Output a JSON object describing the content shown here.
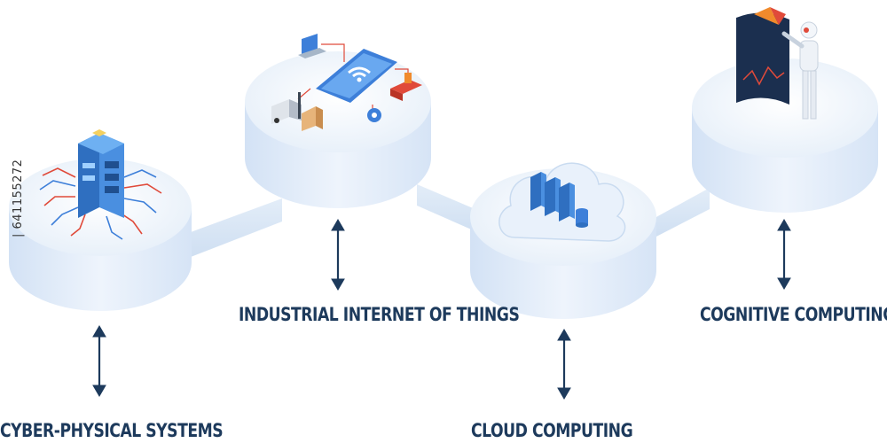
{
  "labels": {
    "cps": "CYBER-PHYSICAL SYSTEMS",
    "iiot": "INDUSTRIAL INTERNET OF THINGS",
    "cloud": "CLOUD COMPUTING",
    "cognitive": "COGNITIVE COMPUTING"
  },
  "stock_id": "| 641155272",
  "colors": {
    "label_text": "#1d3a5c",
    "arrow": "#1d3a5c",
    "platform_top": "#f2f7fd",
    "platform_side": "#dce8f7",
    "accent_blue": "#3d7fd9",
    "accent_red": "#e04a3a",
    "accent_orange": "#f08a2c"
  },
  "icons": [
    "server-tower-icon",
    "smartphone-wifi-icon",
    "laptop-icon",
    "forklift-icon",
    "robot-arm-icon",
    "gear-icon",
    "cloud-icon",
    "data-servers-icon",
    "robot-icon",
    "holo-screen-icon"
  ]
}
